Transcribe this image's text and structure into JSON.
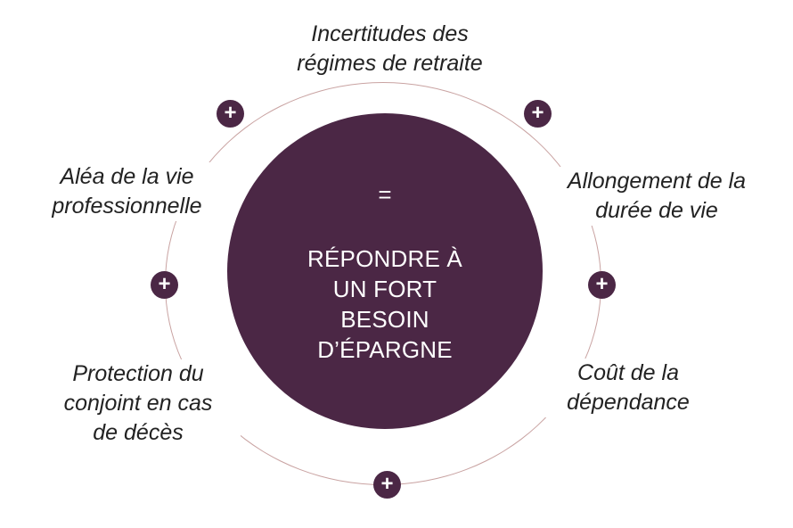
{
  "colors": {
    "center_fill": "#4b2745",
    "ring_stroke": "#c9a3a2",
    "plus_fill": "#4b2745",
    "text": "#222222",
    "center_text": "#ffffff"
  },
  "center": {
    "symbol": "=",
    "lines": [
      "RÉPONDRE À",
      "UN FORT",
      "BESOIN",
      "D’ÉPARGNE"
    ]
  },
  "plus_symbol": "+",
  "factors": [
    {
      "lines": [
        "Incertitudes des",
        "régimes de retraite"
      ]
    },
    {
      "lines": [
        "Allongement de la",
        "durée de vie"
      ]
    },
    {
      "lines": [
        "Coût de la",
        "dépendance"
      ]
    },
    {
      "lines": [
        "Protection du",
        "conjoint en cas",
        "de décès"
      ]
    },
    {
      "lines": [
        "Aléa de la vie",
        "professionnelle"
      ]
    }
  ]
}
